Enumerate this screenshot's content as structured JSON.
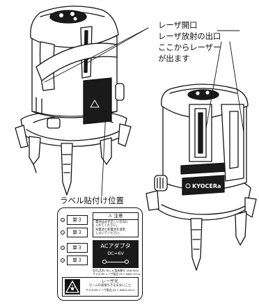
{
  "callout": {
    "line1": "レーザ開口",
    "line2": "レーザ放射の出口",
    "line3": "ここからレーザー",
    "line4": "が出ます"
  },
  "label_position": "ラベル貼付け位置",
  "body_logo": "KYOCERa",
  "sheet": {
    "rows": [
      "単３",
      "単３",
      "単３",
      "単３"
    ],
    "caution_title": "注意",
    "caution_lines": [
      "電池は必ず正しい方向に",
      "入れてください。",
      "充電池と乾電池を混用",
      "しないでください。"
    ],
    "ac_title": "ACアダプタ",
    "ac_rating": "DC=6V",
    "small_lines": [
      "型式(品名) DLL-A  製造番号 18405/6e",
      "クラス2M レーザ製品  JIS C 6802:2014"
    ],
    "warn_title": "レーザ光",
    "warn_line": "ビームの直接ちき込まないこと",
    "warn_sub": "クラス2M レーザ製品  JIS C 6802:2014"
  }
}
